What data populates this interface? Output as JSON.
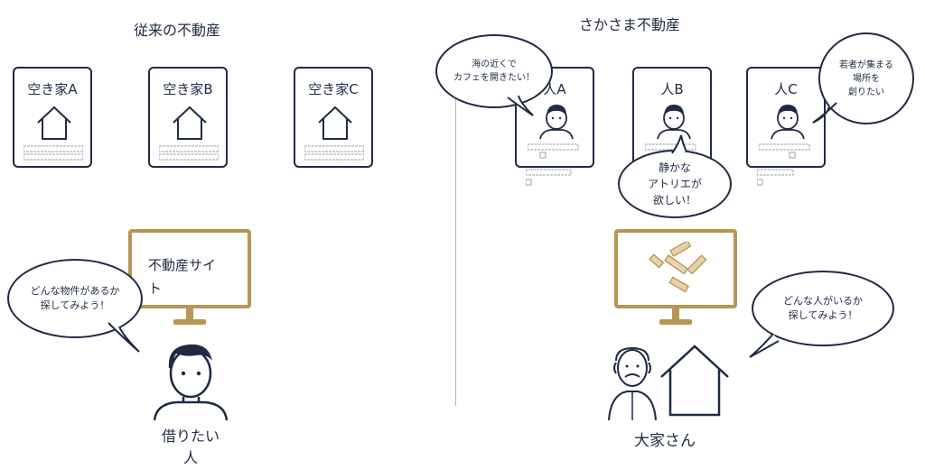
{
  "left": {
    "title": "従来の不動産",
    "cards": [
      {
        "label": "空き家A"
      },
      {
        "label": "空き家B"
      },
      {
        "label": "空き家C"
      }
    ],
    "site_label": "不動産サイ\nト",
    "bubble": "どんな物件があるか\n探してみよう！",
    "person_label": "借りたい\n人"
  },
  "right": {
    "title": "さかさま不動産",
    "cards": [
      {
        "label": "人A"
      },
      {
        "label": "人B"
      },
      {
        "label": "人C"
      }
    ],
    "bubble_a": "海の近くで\nカフェを開きたい！",
    "bubble_b": "静かな\nアトリエが\n欲しい！",
    "bubble_c": "若者が集まる\n場所を\n創りたい",
    "bubble_owner": "どんな人がいるか\n探してみよう！",
    "owner_label": "大家さん"
  },
  "colors": {
    "navy": "#1f2a44",
    "gold": "#b99555"
  }
}
